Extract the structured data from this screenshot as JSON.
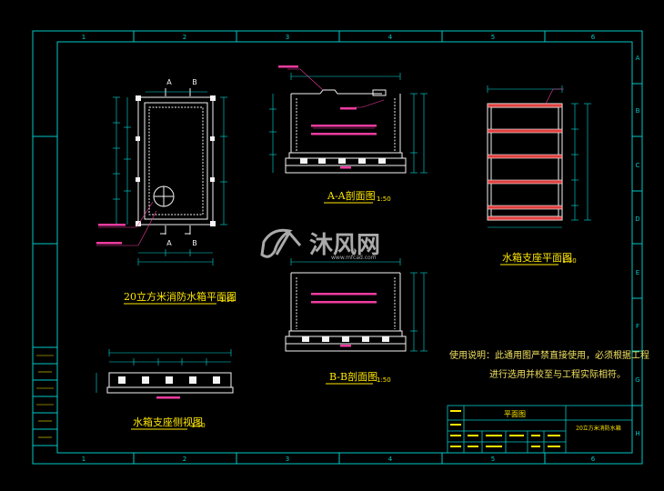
{
  "colors": {
    "background": "#000000",
    "frame": "#00c8c8",
    "drawing": "#f4f4f4",
    "dimension": "#00e0e0",
    "text": "#ffe800",
    "label": "#f03ca0",
    "note": "#f0e060",
    "logo": "#c8c8c8"
  },
  "grid": {
    "columns": [
      "1",
      "2",
      "3",
      "4",
      "5",
      "6"
    ],
    "rows": [
      "A",
      "B",
      "C",
      "D",
      "E",
      "F",
      "G",
      "H"
    ]
  },
  "views": {
    "plan_title": "20立方米消防水箱平面图",
    "plan_scale": "1:50",
    "section_a_title": "A-A剖面图",
    "section_a_scale": "1:50",
    "section_b_title": "B-B剖面图",
    "section_b_scale": "1:50",
    "base_plan_title": "水箱支座平面图",
    "base_plan_scale": "1:50",
    "base_side_title": "水箱支座侧视图",
    "base_side_scale": "1:50",
    "cut_a": "A",
    "cut_b": "B"
  },
  "note": {
    "line1": "使用说明：此通用图严禁直接使用，必须根据工程",
    "line2": "进行选用并校至与工程实际相符。"
  },
  "logo": {
    "name": "沐风网",
    "url": "www.mfcad.com"
  },
  "title_block": {
    "drawing_name": "平面图",
    "project": "20立方米消防水箱"
  },
  "left_block": {
    "rows": [
      "",
      "",
      "",
      "",
      "",
      ""
    ]
  }
}
